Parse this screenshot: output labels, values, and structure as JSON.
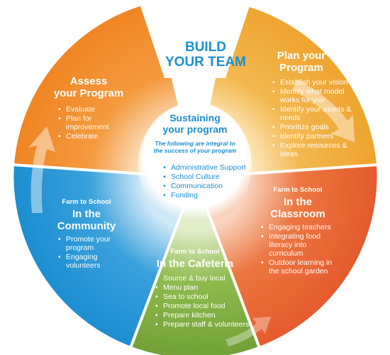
{
  "title": "BUILD YOUR TEAM",
  "title_lines": [
    "BUILD",
    "YOUR TEAM"
  ],
  "center": {
    "title_lines": [
      "Sustaining",
      "your program"
    ],
    "subtitle_lines": [
      "The following are integral to",
      "the success of your program"
    ],
    "items": [
      "Administrative Support",
      "School Culture",
      "Communication",
      "Funding"
    ]
  },
  "segments": {
    "assess": {
      "title_lines": [
        "Assess",
        "your Program"
      ],
      "items": [
        "Evaluate",
        "Plan for improvement",
        "Celebrate"
      ],
      "color": "#f28a2a"
    },
    "plan": {
      "title_lines": [
        "Plan your",
        "Program"
      ],
      "items": [
        "Establish your vision",
        "Identify what model works for you",
        "Identify your assets & needs",
        "Prioritize goals",
        "Identify partners",
        "Explore resources & ideas"
      ],
      "color": "#f0a830"
    },
    "classroom": {
      "kicker": "Farm to School",
      "title_lines": [
        "In the",
        "Classroom"
      ],
      "items": [
        "Engaging teachers",
        "Integrating food literacy into curriculum",
        "Outdoor learning in the school garden"
      ],
      "color": "#e8632c"
    },
    "cafeteria": {
      "kicker": "Farm to School",
      "title_lines": [
        "In the Cafeteria"
      ],
      "items": [
        "Source & buy local",
        "Menu plan",
        "Sea to school",
        "Promote local food",
        "Prepare kitchen",
        "Prepare staff & volunteers"
      ],
      "color": "#78a83a"
    },
    "community": {
      "kicker": "Farm to School",
      "title_lines": [
        "In the",
        "Community"
      ],
      "items": [
        "Promote your program",
        "Engaging volunteers"
      ],
      "color": "#1b8fd1"
    }
  }
}
